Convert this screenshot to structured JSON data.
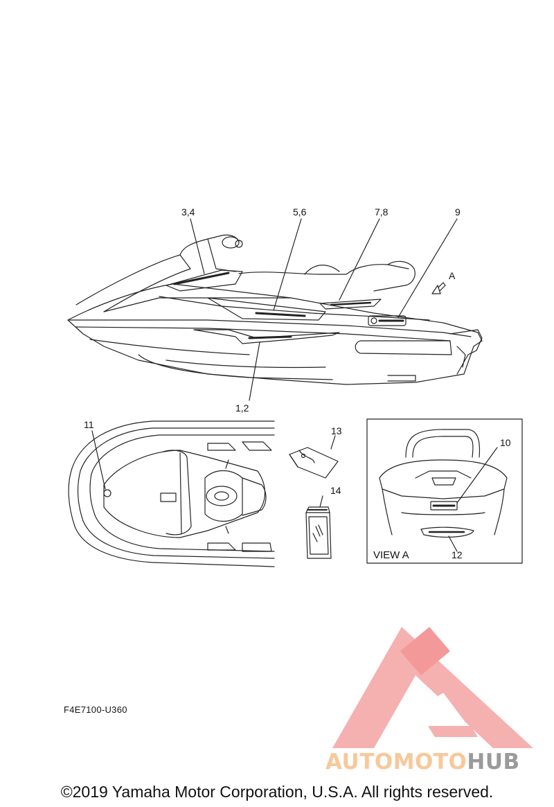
{
  "callouts": {
    "c34": "3,4",
    "c56": "5,6",
    "c78": "7,8",
    "c9": "9",
    "c12": "1,2",
    "cA": "A",
    "c11": "11",
    "c13": "13",
    "c14": "14",
    "c10": "10",
    "c12b": "12"
  },
  "view_label": "VIEW A",
  "figure_code": "F4E7100-U360",
  "copyright": "©2019 Yamaha Motor Corporation, U.S.A. All rights reserved.",
  "watermark": {
    "part1": "AUTOMOTO",
    "part2": "HUB",
    "color_orange": "#f8c89a",
    "color_red": "#f4a0a0",
    "color_grey": "#9a9a9a"
  },
  "icons": [
    "watermark-logo-icon",
    "view-arrow-icon",
    "decal-bag-icon"
  ]
}
